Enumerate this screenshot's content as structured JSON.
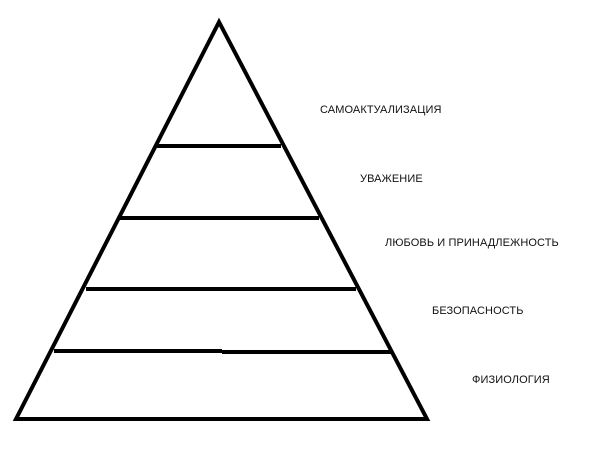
{
  "diagram": {
    "type": "pyramid",
    "stroke_color": "#000000",
    "levels": [
      {
        "label": "САМОАКТУАЛИЗАЦИЯ"
      },
      {
        "label": "УВАЖЕНИЕ"
      },
      {
        "label": "ЛЮБОВЬ И ПРИНАДЛЕЖНОСТЬ"
      },
      {
        "label": "БЕЗОПАСНОСТЬ"
      },
      {
        "label": "ФИЗИОЛОГИЯ"
      }
    ]
  }
}
